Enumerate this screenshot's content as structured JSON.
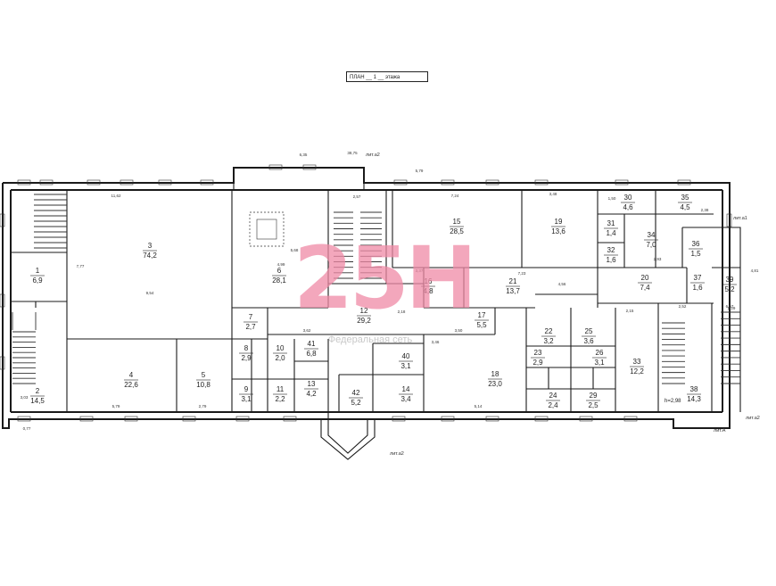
{
  "plan_label": "ПЛАН __ 1 __ этажа",
  "watermark": {
    "logo": "25Н",
    "subtitle": "Федеральная сеть"
  },
  "building_labels": [
    {
      "text": "лит.а2",
      "id": "lit-top"
    },
    {
      "text": "лит.а1",
      "id": "lit-right"
    },
    {
      "text": "лит.а2",
      "id": "lit-right-bottom"
    },
    {
      "text": "лит.А",
      "id": "lit-bottom-right"
    },
    {
      "text": "лит.а2",
      "id": "lit-bottom"
    }
  ],
  "rooms": [
    {
      "n": "1",
      "area": "6,9"
    },
    {
      "n": "2",
      "area": "14,5"
    },
    {
      "n": "3",
      "area": "74,2"
    },
    {
      "n": "4",
      "area": "22,6"
    },
    {
      "n": "5",
      "area": "10,8"
    },
    {
      "n": "6",
      "area": "28,1"
    },
    {
      "n": "7",
      "area": "2,7"
    },
    {
      "n": "8",
      "area": "2,9"
    },
    {
      "n": "9",
      "area": "3,1"
    },
    {
      "n": "10",
      "area": "2,0"
    },
    {
      "n": "11",
      "area": "2,2"
    },
    {
      "n": "12",
      "area": "29,2"
    },
    {
      "n": "13",
      "area": "4,2"
    },
    {
      "n": "14",
      "area": "3,4"
    },
    {
      "n": "15",
      "area": "28,5"
    },
    {
      "n": "16",
      "area": "4,8"
    },
    {
      "n": "17",
      "area": "5,5"
    },
    {
      "n": "18",
      "area": "23,0"
    },
    {
      "n": "19",
      "area": "13,6"
    },
    {
      "n": "20",
      "area": "7,4"
    },
    {
      "n": "21",
      "area": "13,7"
    },
    {
      "n": "22",
      "area": "3,2"
    },
    {
      "n": "23",
      "area": "2,9"
    },
    {
      "n": "24",
      "area": "2,4"
    },
    {
      "n": "25",
      "area": "3,6"
    },
    {
      "n": "26",
      "area": "3,1"
    },
    {
      "n": "29",
      "area": "2,5"
    },
    {
      "n": "30",
      "area": "4,6"
    },
    {
      "n": "31",
      "area": "1,4"
    },
    {
      "n": "32",
      "area": "1,6"
    },
    {
      "n": "33",
      "area": "12,2"
    },
    {
      "n": "34",
      "area": "7,0"
    },
    {
      "n": "35",
      "area": "4,5"
    },
    {
      "n": "36",
      "area": "1,5"
    },
    {
      "n": "37",
      "area": "1,6"
    },
    {
      "n": "38",
      "area": "14,3"
    },
    {
      "n": "39",
      "area": "5,2"
    },
    {
      "n": "40",
      "area": "3,1"
    },
    {
      "n": "41",
      "area": "6,8"
    },
    {
      "n": "42",
      "area": "5,2"
    }
  ],
  "ceiling_height": "h=2,98",
  "dimensions": [
    "38,75",
    "6,35",
    "5,79",
    "11,62",
    "7,24",
    "3,48",
    "7,77",
    "2,57",
    "4,99",
    "5,68",
    "9,54",
    "3,37",
    "7,23",
    "5,79",
    "2,79",
    "5,14",
    "3,46",
    "3,50",
    "4,56",
    "2,93",
    "2,52",
    "2,15",
    "1,50",
    "2,38",
    "6,57",
    "3,62",
    "2,18",
    "3,03",
    "0,77",
    "4,81",
    "2,29"
  ]
}
